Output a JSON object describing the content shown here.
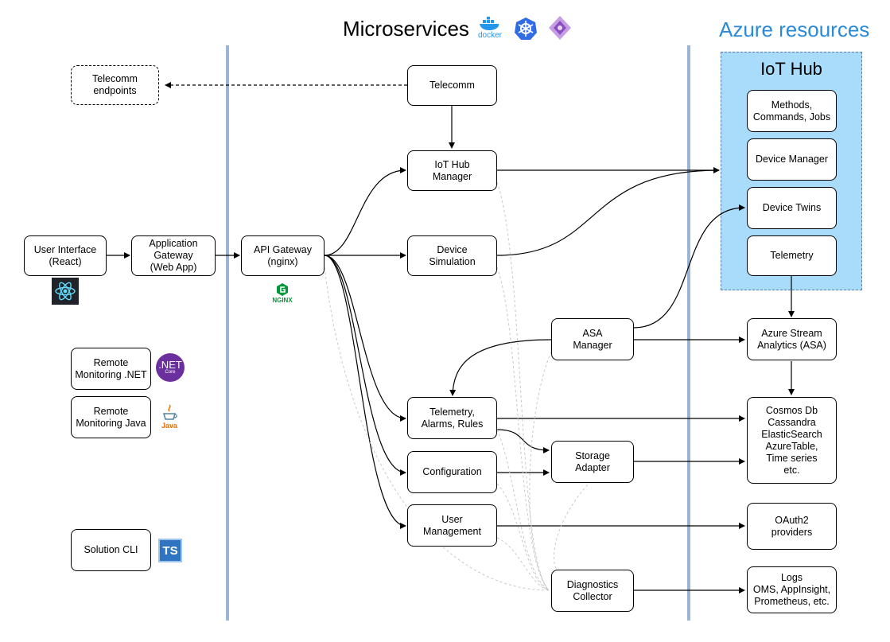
{
  "headings": {
    "microservices": "Microservices",
    "azure": "Azure resources"
  },
  "logos": {
    "docker": "docker",
    "nginx": "NGINX",
    "dotnet": ".NET",
    "dotnet_core": "Core",
    "java": "Java",
    "ts": "TS"
  },
  "left": {
    "telecomm_endpoints": "Telecomm\nendpoints",
    "user_interface": "User Interface\n(React)",
    "application_gateway": "Application\nGateway\n(Web App)",
    "remote_dotnet": "Remote\nMonitoring .NET",
    "remote_java": "Remote\nMonitoring Java",
    "solution_cli": "Solution CLI"
  },
  "micro": {
    "api_gateway": "API Gateway\n(nginx)",
    "telecomm": "Telecomm",
    "iothub_manager": "IoT Hub\nManager",
    "device_simulation": "Device\nSimulation",
    "asa_manager": "ASA\nManager",
    "telemetry_alarms": "Telemetry,\nAlarms, Rules",
    "storage_adapter": "Storage\nAdapter",
    "configuration": "Configuration",
    "user_management": "User\nManagement",
    "diagnostics": "Diagnostics\nCollector"
  },
  "azure": {
    "iot_hub_title": "IoT Hub",
    "methods": "Methods,\nCommands, Jobs",
    "device_manager": "Device Manager",
    "device_twins": "Device Twins",
    "telemetry": "Telemetry",
    "asa": "Azure Stream\nAnalytics (ASA)",
    "storage": "Cosmos Db\nCassandra\nElasticSearch\nAzureTable,\nTime series\netc.",
    "oauth": "OAuth2\nproviders",
    "logs": "Logs\nOMS, AppInsight,\nPrometheus, etc."
  },
  "colors": {
    "separator": "#9bb5d6",
    "iot_panel": "#a9dcfb",
    "azure_heading": "#2a8ad8",
    "dashed_link": "#c8c8c8"
  }
}
